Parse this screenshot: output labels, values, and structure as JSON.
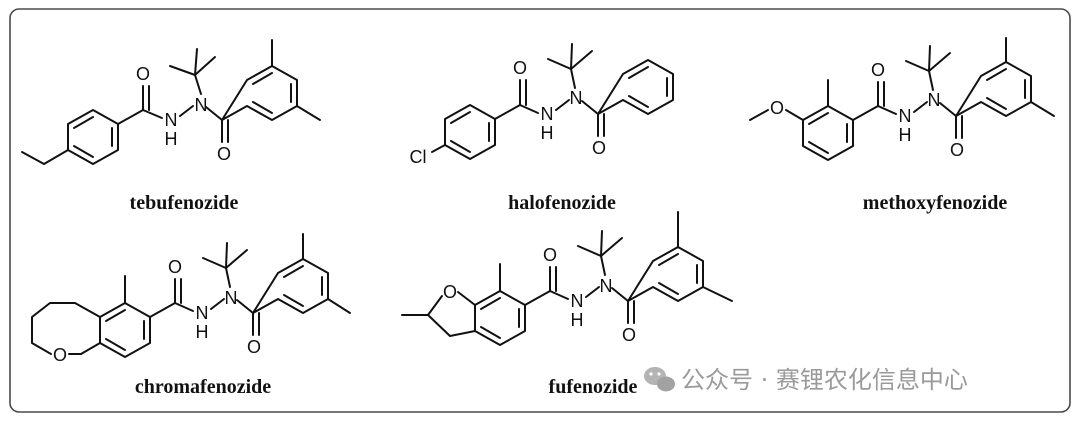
{
  "compounds": [
    {
      "name": "tebufenozide",
      "atoms": {
        "o1": "O",
        "n1": "N",
        "nh": "N",
        "h": "H",
        "o2": "O"
      }
    },
    {
      "name": "halofenozide",
      "atoms": {
        "cl": "Cl",
        "o1": "O",
        "n1": "N",
        "nh": "N",
        "h": "H",
        "o2": "O"
      }
    },
    {
      "name": "methoxyfenozide",
      "atoms": {
        "ome": "O",
        "o1": "O",
        "n1": "N",
        "nh": "N",
        "h": "H",
        "o2": "O"
      }
    },
    {
      "name": "chromafenozide",
      "atoms": {
        "ring_o": "O",
        "o1": "O",
        "n1": "N",
        "nh": "N",
        "h": "H",
        "o2": "O"
      }
    },
    {
      "name": "fufenozide",
      "atoms": {
        "ring_o": "O",
        "o1": "O",
        "n1": "N",
        "nh": "N",
        "h": "H",
        "o2": "O"
      }
    }
  ],
  "watermark": {
    "text": "公众号 · 赛锂农化信息中心",
    "icon": "wechat-icon"
  }
}
